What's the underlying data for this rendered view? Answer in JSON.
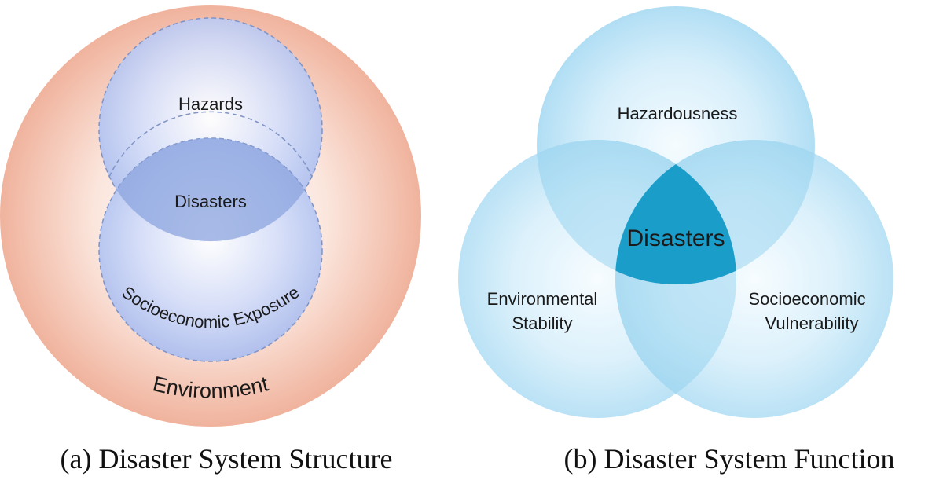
{
  "panel_a": {
    "outer_label": "Environment",
    "top_label": "Hazards",
    "center_label": "Disasters",
    "bottom_label": "Socioeconomic Exposure",
    "caption": "(a) Disaster System Structure",
    "colors": {
      "environment": "#f2b59f",
      "circle": "#aec2f2",
      "overlap": "#8fa6e0",
      "stroke": "#7f93c6"
    }
  },
  "panel_b": {
    "top_label": "Hazardousness",
    "center_label": "Disasters",
    "left_label_line1": "Environmental",
    "left_label_line2": "Stability",
    "right_label_line1": "Socioeconomic",
    "right_label_line2": "Vulnerability",
    "caption": "(b) Disaster System Function",
    "colors": {
      "circle": "#a9dcf2",
      "center": "#1a9cc8"
    }
  }
}
